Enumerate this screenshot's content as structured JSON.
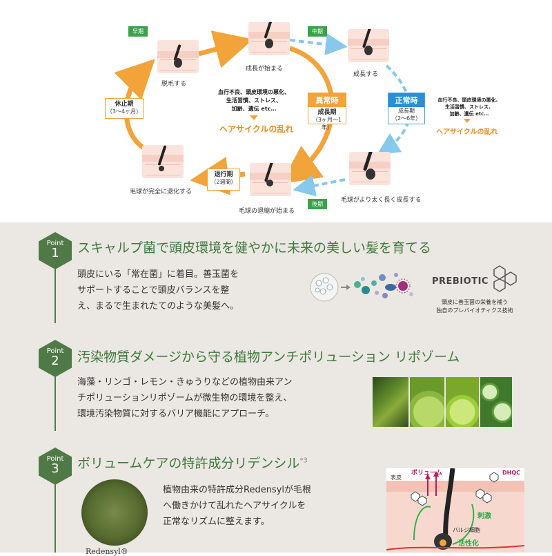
{
  "cycle": {
    "tags": {
      "early": "早期",
      "middle": "中期",
      "late": "後期"
    },
    "stages": {
      "shedding": "脱毛する",
      "start_growth": "成長が始まる",
      "growth": "成長する",
      "grow_thicker": "毛球がより太く長く成長する",
      "regression_start": "毛球の退縮が始まる",
      "full_regression": "毛球が完全に退化する"
    },
    "rest": {
      "title": "休止期",
      "duration": "（3～4ヶ月）"
    },
    "regression": {
      "title": "退行期",
      "duration": "（2週間）"
    },
    "abnormal": {
      "header": "異常時",
      "title": "成長期",
      "duration": "（3ヶ月～1年）"
    },
    "normal": {
      "header": "正常時",
      "title": "成長期",
      "duration": "（2～6年）"
    },
    "causes_big": [
      "血行不良、頭皮環境の悪化、",
      "生活習慣、ストレス、",
      "加齢、遺伝 etc…"
    ],
    "causes_small": [
      "血行不良、頭皮環境の悪化、",
      "生活習慣、ストレス、",
      "加齢、遺伝 etc…"
    ],
    "disorder_big": "ヘアサイクルの乱れ",
    "disorder_small": "ヘアサイクルの乱れ"
  },
  "points": [
    {
      "label": "Point",
      "num": "1",
      "title": "スキャルプ菌で頭皮環境を健やかに未来の美しい髪を育てる",
      "body": [
        "頭皮にいる「常在菌」に着目。善玉菌を",
        "サポートすることで頭皮バランスを整",
        "え、まるで生まれたてのような美髪へ。"
      ],
      "prebiotic": "PREBIOTIC",
      "prebiotic_note": [
        "頭皮に善玉菌の栄養を補う",
        "独自のプレバイオティクス技術"
      ]
    },
    {
      "label": "Point",
      "num": "2",
      "title": "汚染物質ダメージから守る植物アンチポリューション リポゾーム",
      "body": [
        "海藻・リンゴ・レモン・きゅうりなどの植物由来アン",
        "チポリューションリポゾームが微生物の環境を整え、",
        "環境汚染物質に対するバリア機能にアプローチ。"
      ]
    },
    {
      "label": "Point",
      "num": "3",
      "title": "ボリュームケアの特許成分リデンシル",
      "title_note": "*3",
      "body": [
        "植物由来の特許成分Redensylが毛根",
        "へ働きかけて乱れたヘアサイクルを",
        "正常なリズムに整えます。"
      ],
      "ingredient": "Redensyl®",
      "diagram": {
        "volume": "ボリューム",
        "dhqc": "DHQC",
        "epidermis": "表皮",
        "stimulate": "刺激",
        "bulge": "バルジ細胞",
        "activate": "活性化"
      }
    }
  ]
}
